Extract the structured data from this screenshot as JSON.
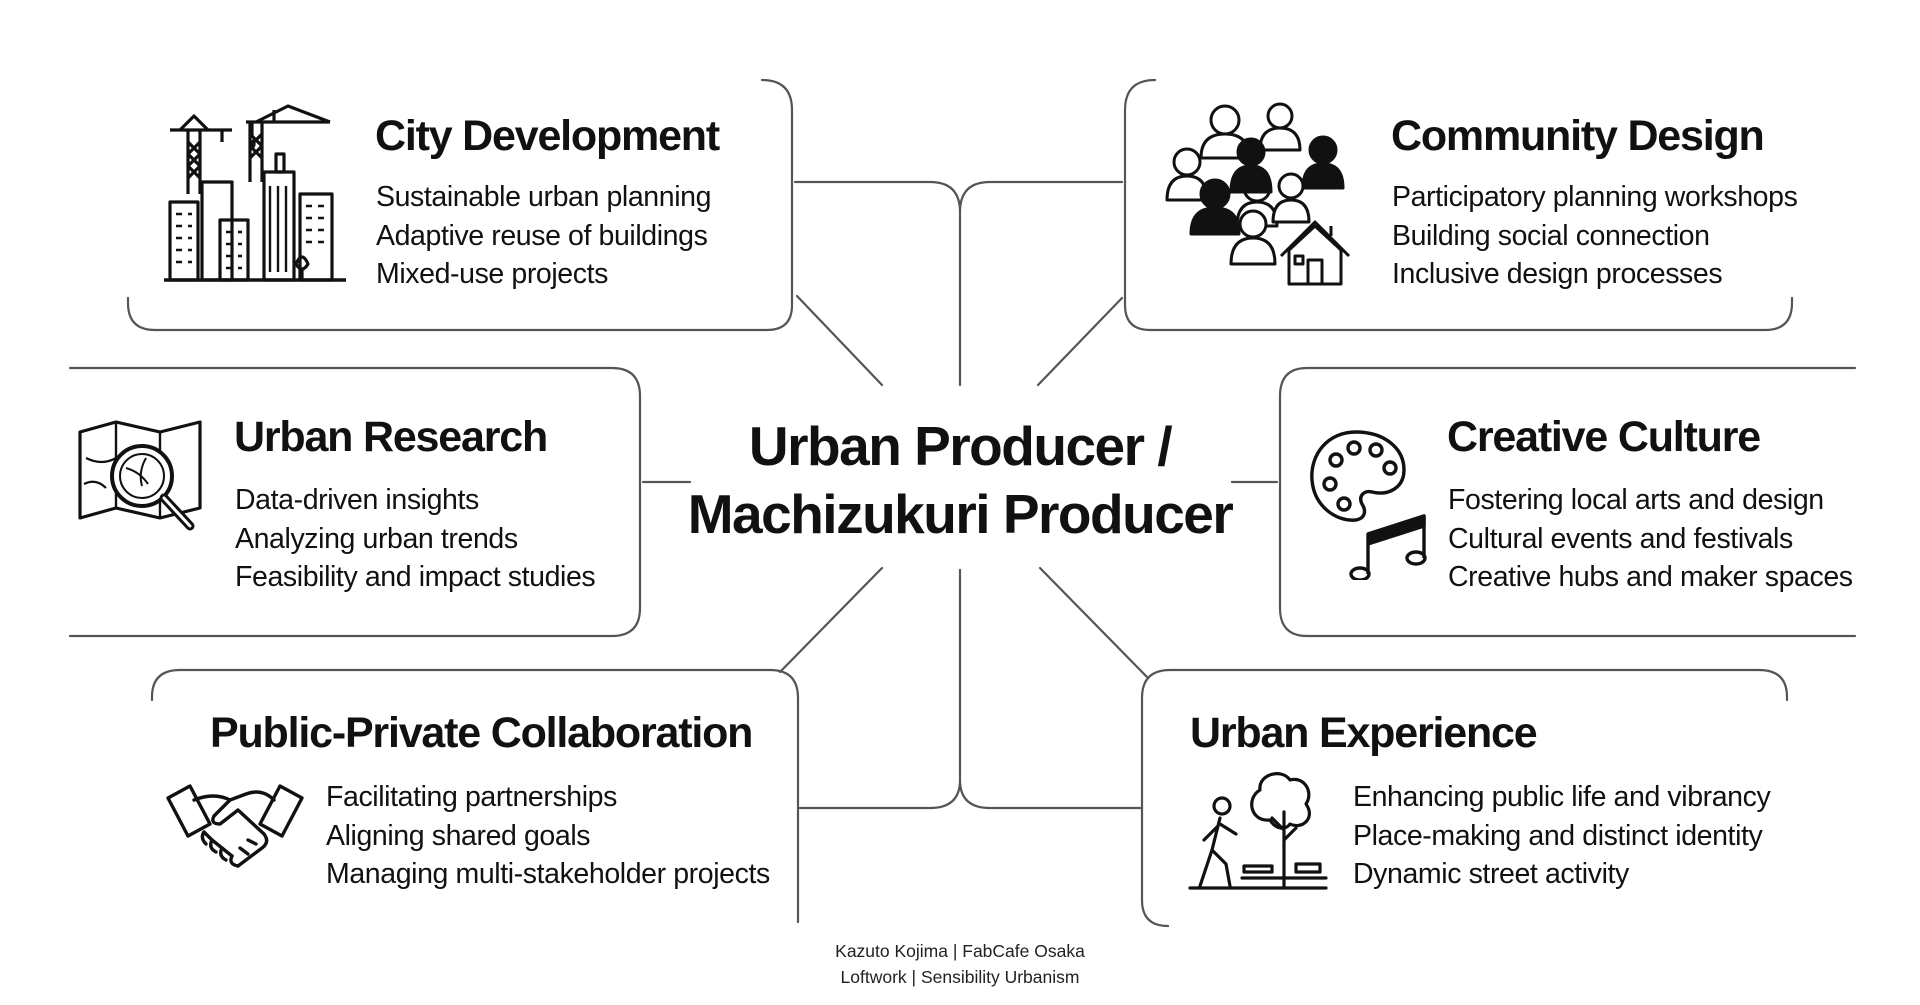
{
  "center": {
    "line1": "Urban Producer /",
    "line2": "Machizukuri Producer"
  },
  "cards": [
    {
      "id": "city-development",
      "title": "City Development",
      "icon": "city-construction-icon",
      "items": [
        "Sustainable urban planning",
        "Adaptive reuse of buildings",
        "Mixed-use projects"
      ]
    },
    {
      "id": "community-design",
      "title": "Community Design",
      "icon": "community-people-icon",
      "items": [
        "Participatory planning workshops",
        "Building social connection",
        "Inclusive design processes"
      ]
    },
    {
      "id": "urban-research",
      "title": "Urban Research",
      "icon": "map-magnifier-icon",
      "items": [
        "Data-driven insights",
        "Analyzing urban trends",
        "Feasibility and impact studies"
      ]
    },
    {
      "id": "creative-culture",
      "title": "Creative Culture",
      "icon": "palette-music-icon",
      "items": [
        "Fostering local arts and design",
        "Cultural events and festivals",
        "Creative hubs and maker spaces"
      ]
    },
    {
      "id": "public-private-collaboration",
      "title": "Public-Private Collaboration",
      "icon": "handshake-icon",
      "items": [
        "Facilitating partnerships",
        "Aligning shared goals",
        "Managing multi-stakeholder projects"
      ]
    },
    {
      "id": "urban-experience",
      "title": "Urban Experience",
      "icon": "pedestrian-tree-icon",
      "items": [
        "Enhancing public life and vibrancy",
        "Place-making and distinct identity",
        "Dynamic street activity"
      ]
    }
  ],
  "credit": {
    "line1": "Kazuto Kojima | FabCafe Osaka",
    "line2": "Loftwork | Sensibility Urbanism"
  },
  "colors": {
    "ink": "#111111",
    "line": "#555555"
  }
}
